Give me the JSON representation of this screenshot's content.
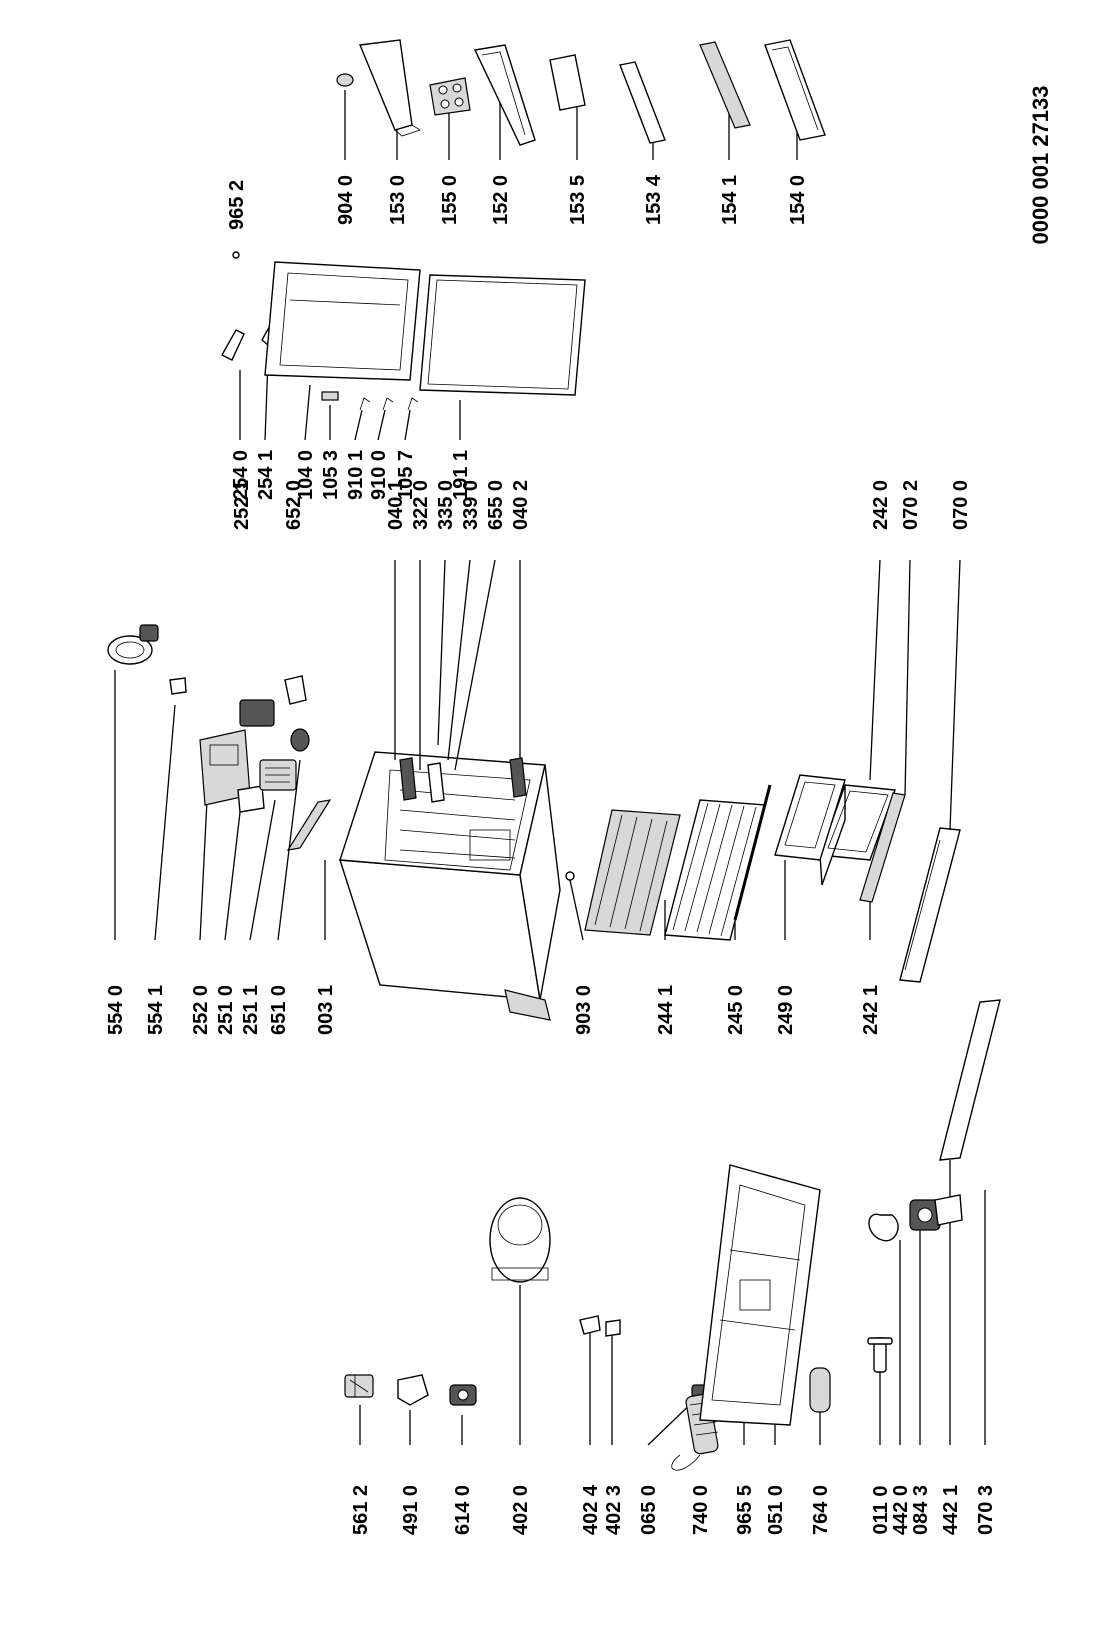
{
  "document_code": "0000 001 27133",
  "labels": {
    "p5612": "561 2",
    "p4910": "491 0",
    "p6140": "614 0",
    "p4020": "402 0",
    "p4024": "402 4",
    "p4023": "402 3",
    "p0650": "065 0",
    "p7400": "740 0",
    "p9655": "965 5",
    "p0510": "051 0",
    "p7640": "764 0",
    "p0110": "011 0",
    "p4420": "442 0",
    "p0843": "084 3",
    "p4421": "442 1",
    "p0703": "070 3",
    "p5540": "554 0",
    "p5541": "554 1",
    "p2520": "252 0",
    "p2510": "251 0",
    "p2511": "251 1",
    "p6510": "651 0",
    "p0031": "003 1",
    "p9030": "903 0",
    "p2441": "244 1",
    "p2450": "245 0",
    "p2490": "249 0",
    "p2421": "242 1",
    "p2521": "252 1",
    "p6520": "652 0",
    "p0401": "040 1",
    "p3220": "322 0",
    "p3350": "335 0",
    "p3390": "339 0",
    "p6550": "655 0",
    "p0402": "040 2",
    "p2420": "242 0",
    "p0702": "070 2",
    "p0700": "070 0",
    "p2540": "254 0",
    "p2541": "254 1",
    "p1040": "104 0",
    "p1053": "105 3",
    "p9101": "910 1",
    "p9100": "910 0",
    "p1057": "105 7",
    "p1911": "191 1",
    "p9652": "965 2",
    "p9040": "904 0",
    "p1530": "153 0",
    "p1550": "155 0",
    "p1520": "152 0",
    "p1535": "153 5",
    "p1534": "153 4",
    "p1541": "154 1",
    "p1540": "154 0"
  }
}
